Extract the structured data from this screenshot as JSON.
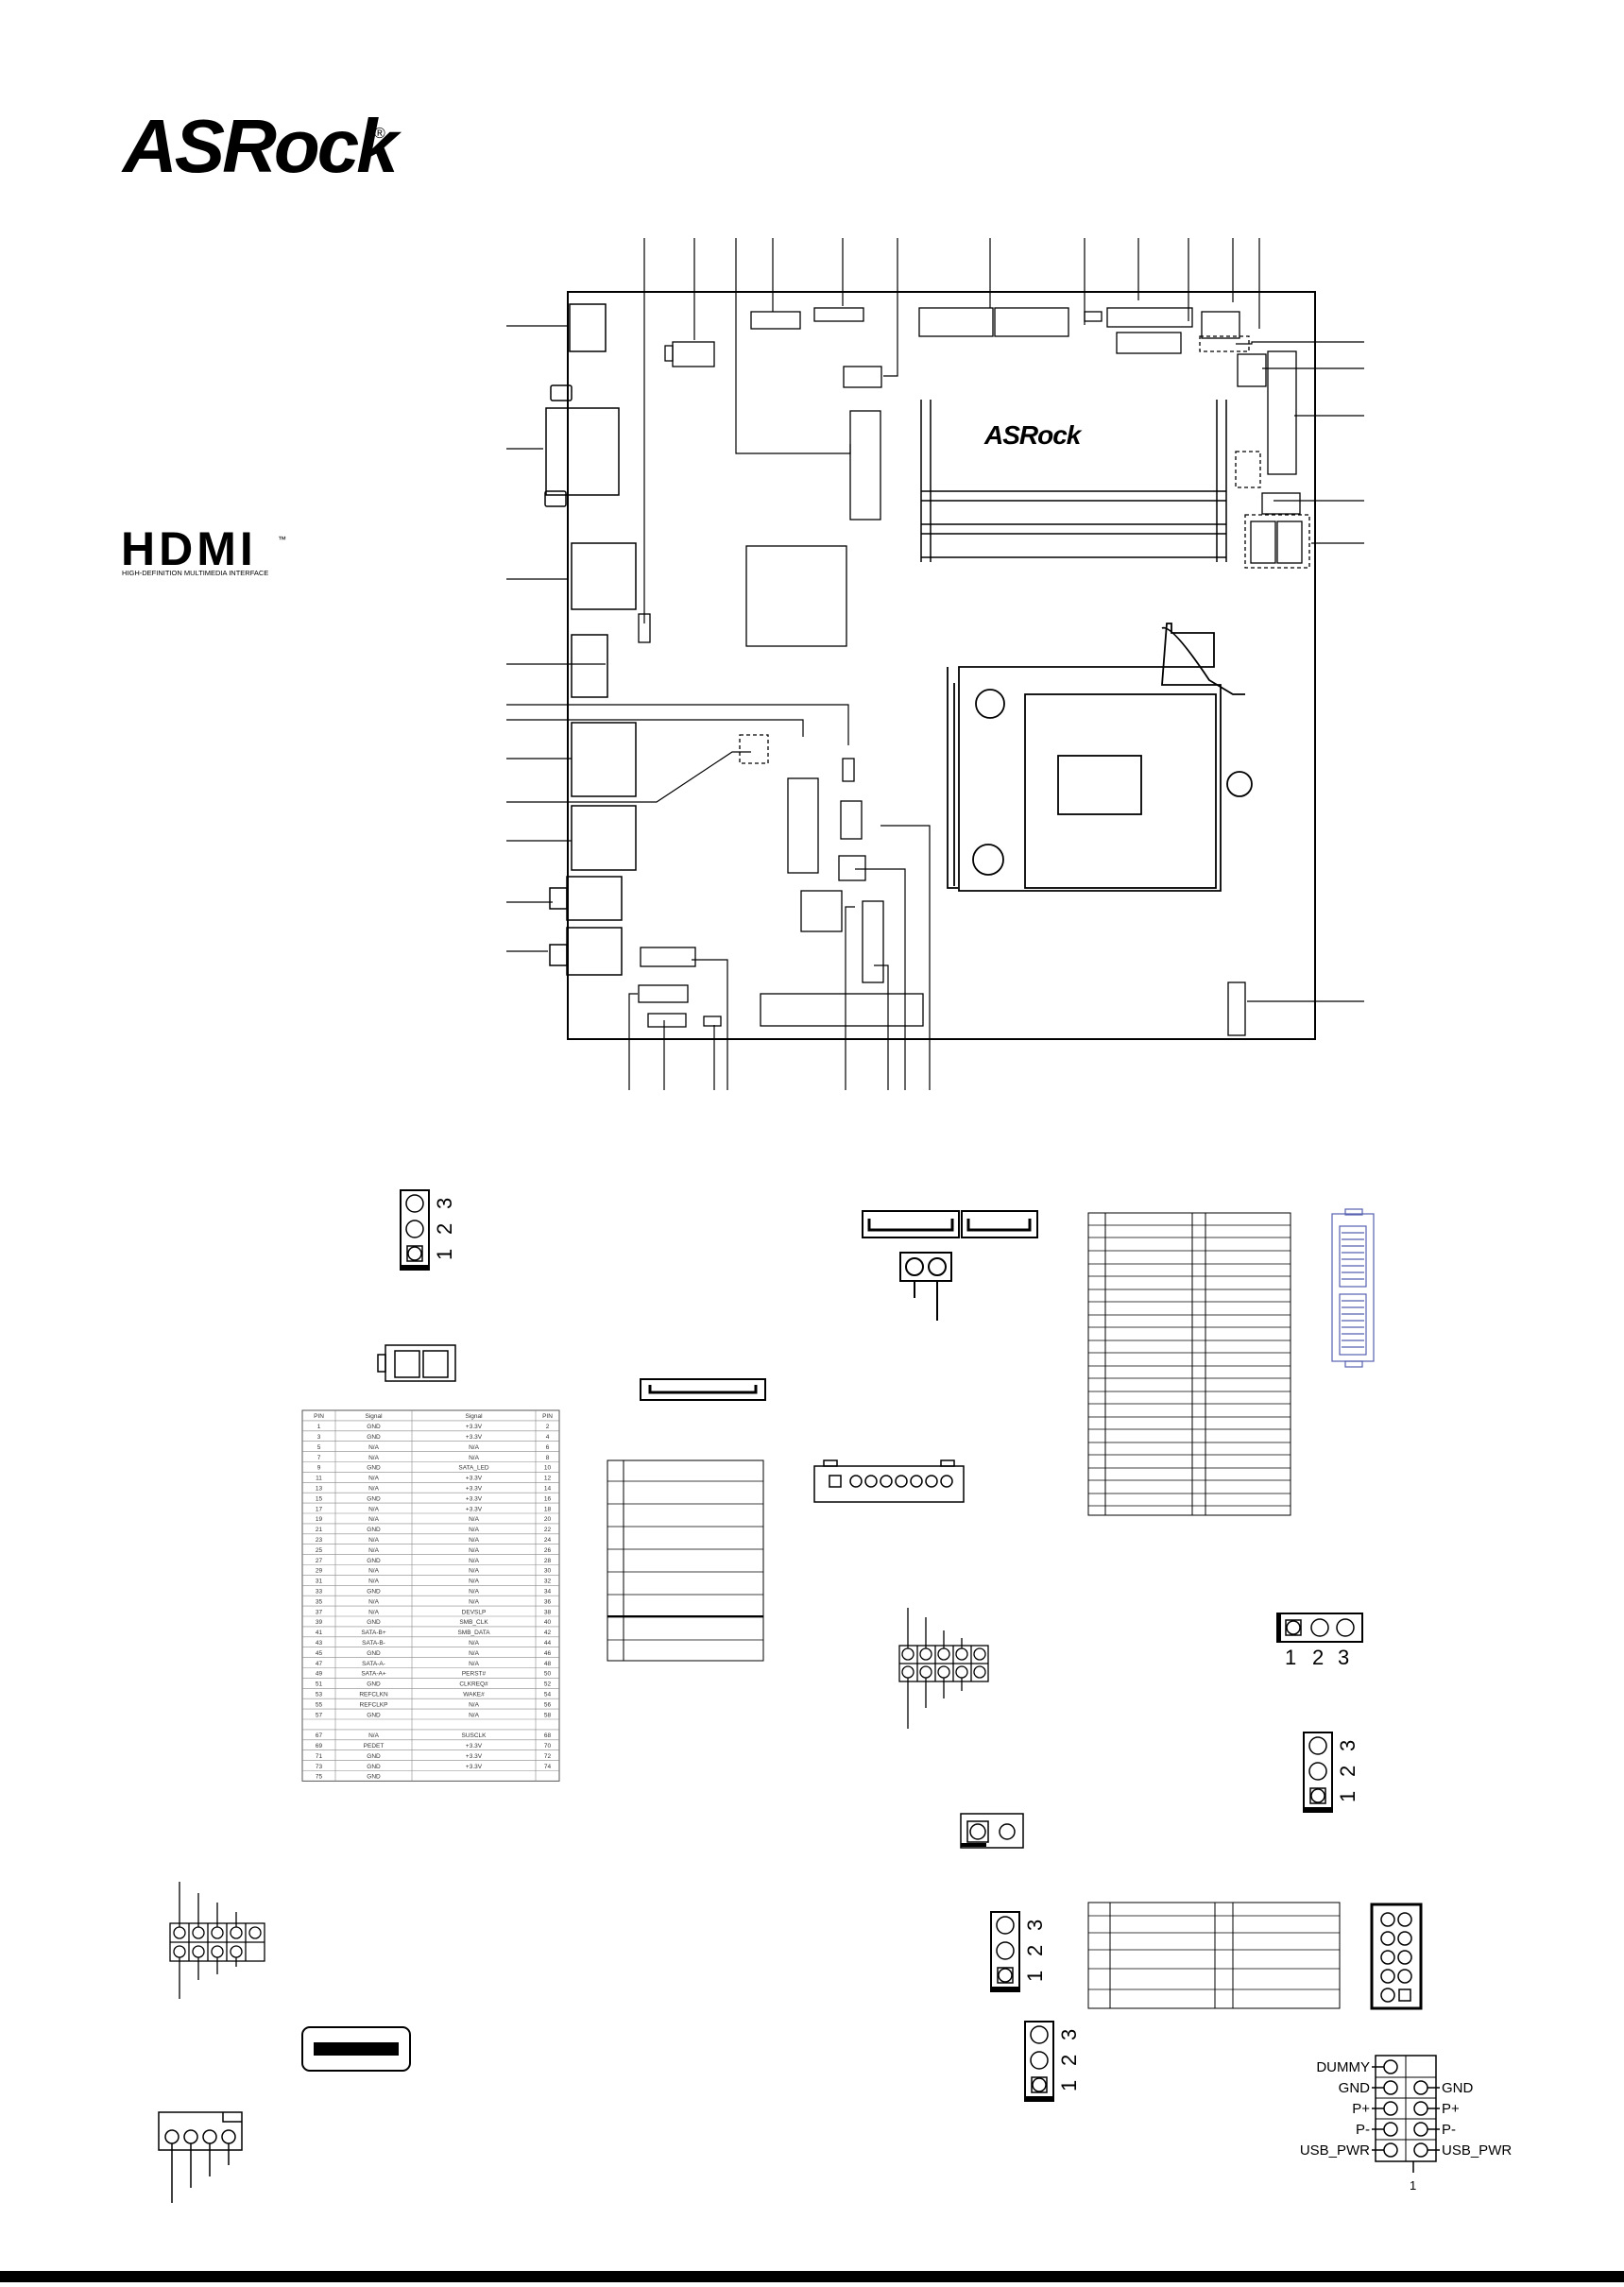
{
  "brand": {
    "logo_text": "ASRock",
    "registered_mark": "®",
    "board_logo_text": "ASRock",
    "hdmi_logo_text": "HDMI",
    "hdmi_tm": "™",
    "hdmi_tagline": "HIGH-DEFINITION MULTIMEDIA INTERFACE"
  },
  "jumper_pins": {
    "labels": [
      "1",
      "2",
      "3"
    ]
  },
  "usb_header": {
    "left_labels": [
      "DUMMY",
      "GND",
      "P+",
      "P-",
      "USB_PWR"
    ],
    "right_labels": [
      "GND",
      "P+",
      "P-",
      "USB_PWR"
    ],
    "pin_one": "1"
  },
  "pcie_table": {
    "headers": [
      "PIN",
      "Signal",
      "Signal",
      "PIN"
    ],
    "rows": [
      [
        "1",
        "GND",
        "+3.3V",
        "2"
      ],
      [
        "3",
        "GND",
        "+3.3V",
        "4"
      ],
      [
        "5",
        "N/A",
        "N/A",
        "6"
      ],
      [
        "7",
        "N/A",
        "N/A",
        "8"
      ],
      [
        "9",
        "GND",
        "SATA_LED",
        "10"
      ],
      [
        "11",
        "N/A",
        "+3.3V",
        "12"
      ],
      [
        "13",
        "N/A",
        "+3.3V",
        "14"
      ],
      [
        "15",
        "GND",
        "+3.3V",
        "16"
      ],
      [
        "17",
        "N/A",
        "+3.3V",
        "18"
      ],
      [
        "19",
        "N/A",
        "N/A",
        "20"
      ],
      [
        "21",
        "GND",
        "N/A",
        "22"
      ],
      [
        "23",
        "N/A",
        "N/A",
        "24"
      ],
      [
        "25",
        "N/A",
        "N/A",
        "26"
      ],
      [
        "27",
        "GND",
        "N/A",
        "28"
      ],
      [
        "29",
        "N/A",
        "N/A",
        "30"
      ],
      [
        "31",
        "N/A",
        "N/A",
        "32"
      ],
      [
        "33",
        "GND",
        "N/A",
        "34"
      ],
      [
        "35",
        "N/A",
        "N/A",
        "36"
      ],
      [
        "37",
        "N/A",
        "DEVSLP",
        "38"
      ],
      [
        "39",
        "GND",
        "SMB_CLK",
        "40"
      ],
      [
        "41",
        "SATA-B+",
        "SMB_DATA",
        "42"
      ],
      [
        "43",
        "SATA-B-",
        "N/A",
        "44"
      ],
      [
        "45",
        "GND",
        "N/A",
        "46"
      ],
      [
        "47",
        "SATA-A-",
        "N/A",
        "48"
      ],
      [
        "49",
        "SATA-A+",
        "PERST#",
        "50"
      ],
      [
        "51",
        "GND",
        "CLKREQ#",
        "52"
      ],
      [
        "53",
        "REFCLKN",
        "WAKE#",
        "54"
      ],
      [
        "55",
        "REFCLKP",
        "N/A",
        "56"
      ],
      [
        "57",
        "GND",
        "N/A",
        "58"
      ],
      [
        "",
        "",
        "",
        ""
      ],
      [
        "67",
        "N/A",
        "SUSCLK",
        "68"
      ],
      [
        "69",
        "PEDET",
        "+3.3V",
        "70"
      ],
      [
        "71",
        "GND",
        "+3.3V",
        "72"
      ],
      [
        "73",
        "GND",
        "+3.3V",
        "74"
      ],
      [
        "75",
        "GND",
        "",
        ""
      ]
    ]
  }
}
